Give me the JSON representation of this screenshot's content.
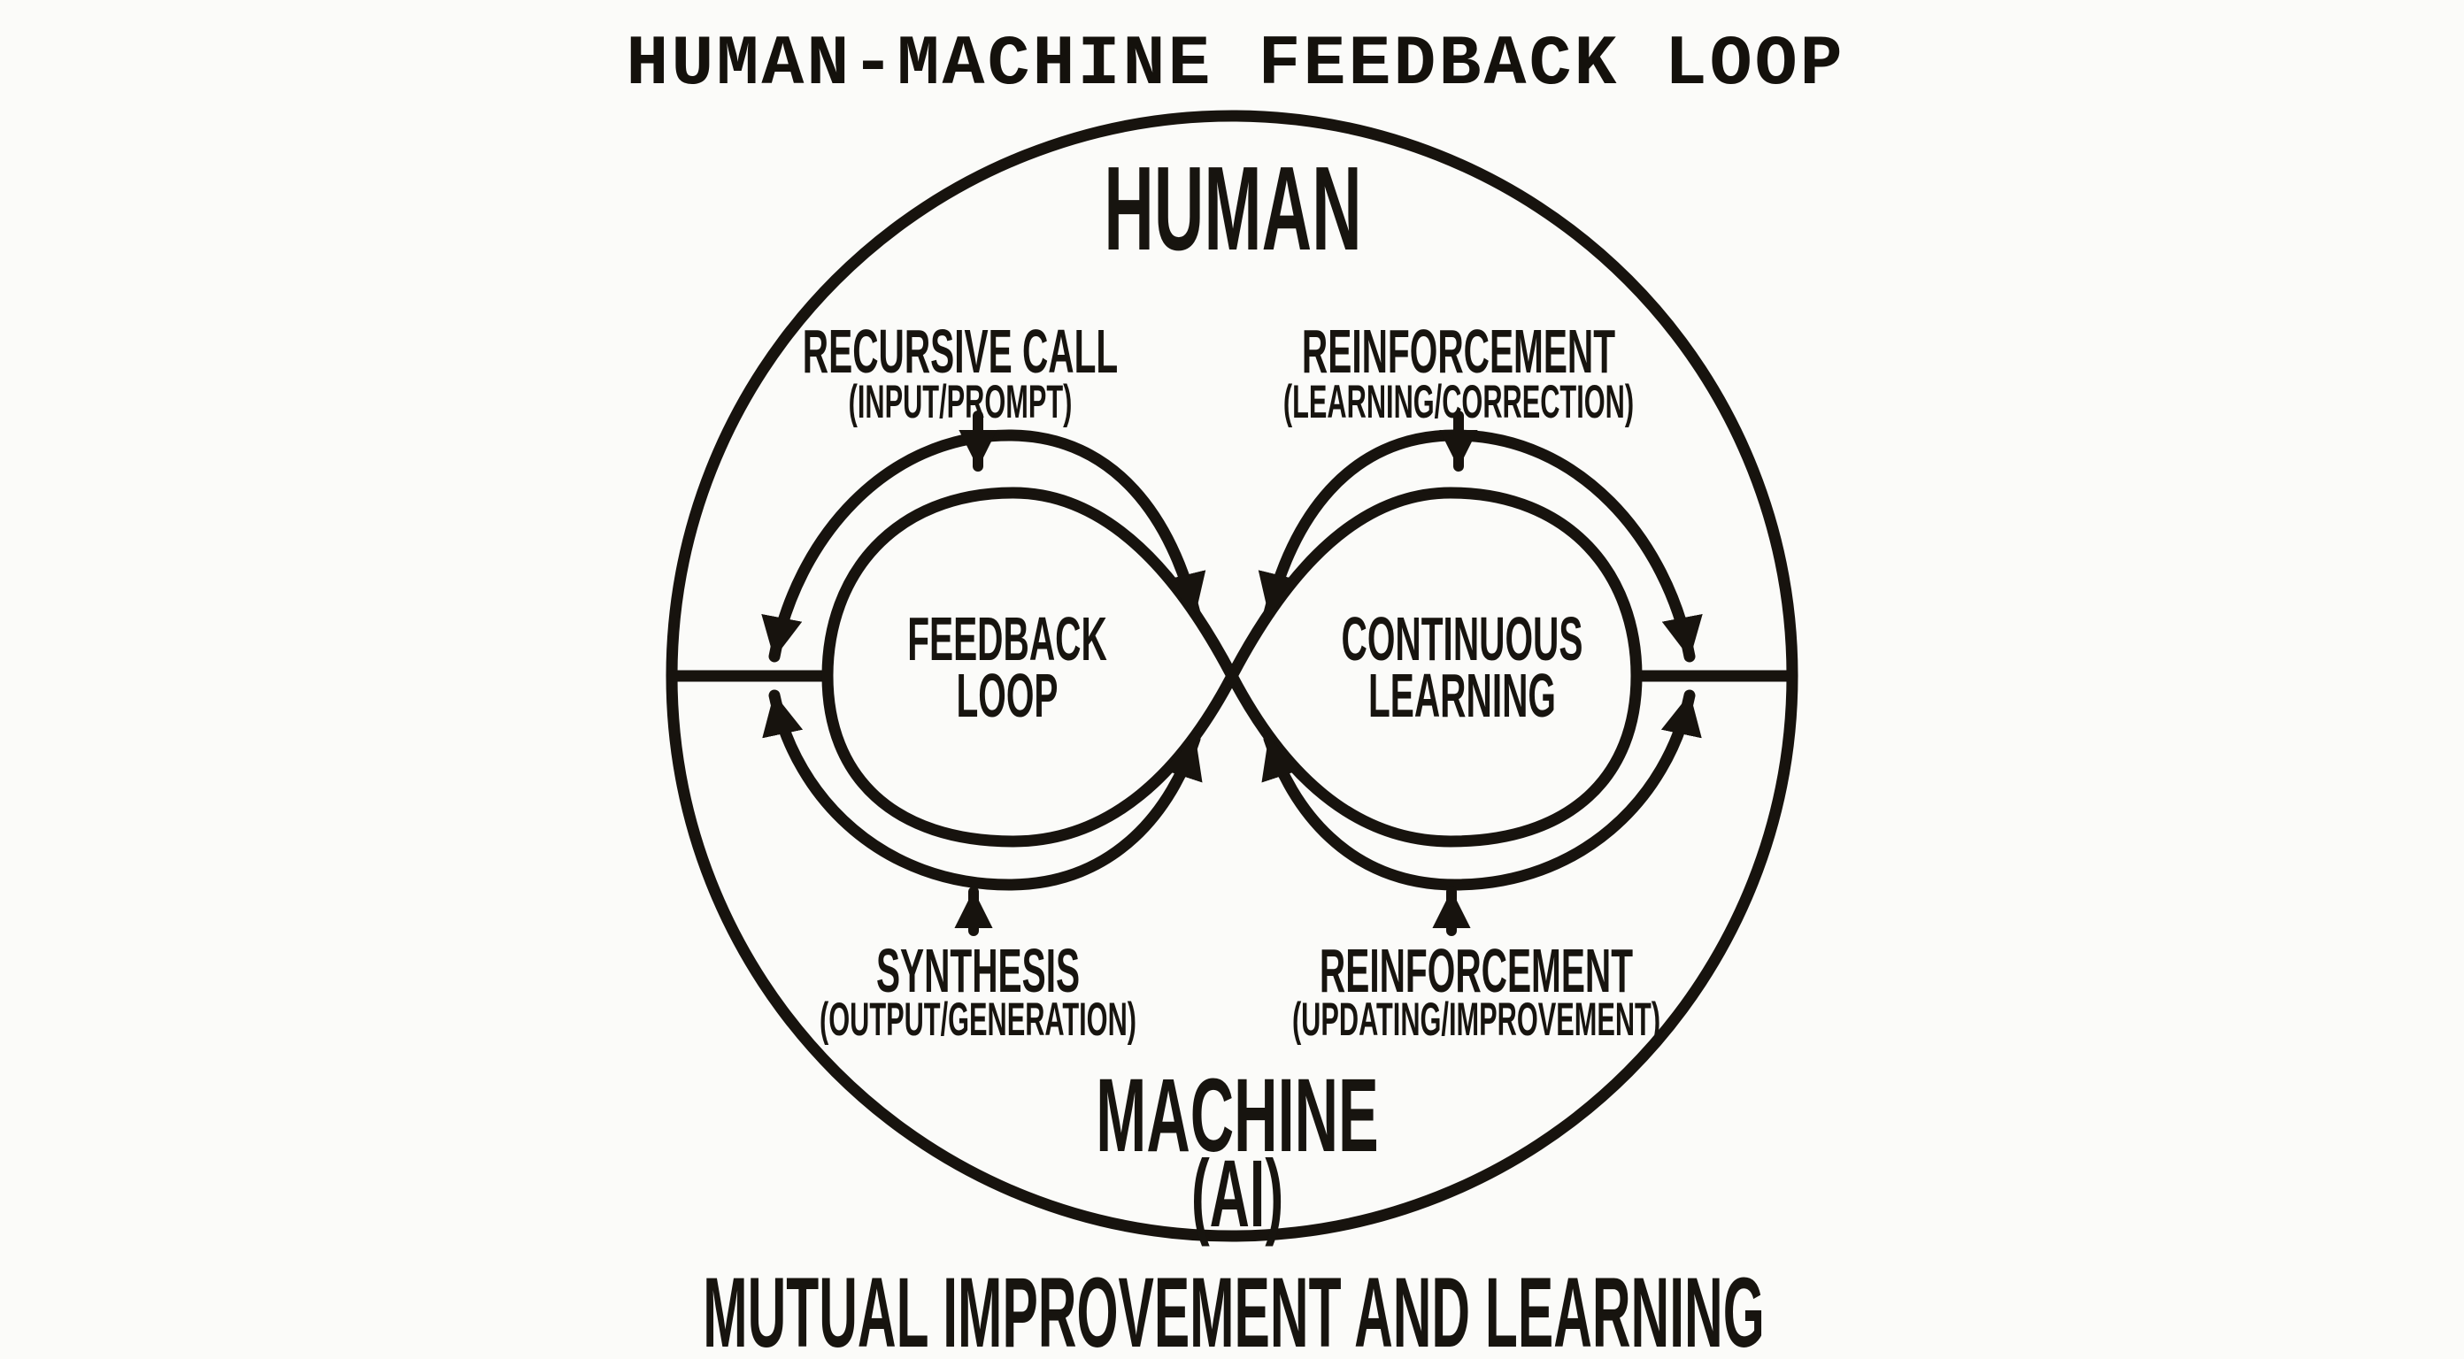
{
  "title": "HUMAN-MACHINE FEEDBACK LOOP",
  "diagram": {
    "top_entity": "HUMAN",
    "bottom_entity": "MACHINE",
    "bottom_entity_sub": "(AI)",
    "left_lobe": {
      "line1": "FEEDBACK",
      "line2": "LOOP"
    },
    "right_lobe": {
      "line1": "CONTINUOUS",
      "line2": "LEARNING"
    },
    "top_left_label": {
      "main": "RECURSIVE CALL",
      "sub": "(INPUT/PROMPT)"
    },
    "top_right_label": {
      "main": "REINFORCEMENT",
      "sub": "(LEARNING/CORRECTION)"
    },
    "bottom_left_label": {
      "main": "SYNTHESIS",
      "sub": "(OUTPUT/GENERATION)"
    },
    "bottom_right_label": {
      "main": "REINFORCEMENT",
      "sub": "(UPDATING/IMPROVEMENT)"
    },
    "caption": "MUTUAL IMPROVEMENT AND LEARNING",
    "icons": [
      "outer-circle",
      "infinity-loop",
      "cycle-arrow-top-left",
      "cycle-arrow-bottom-left",
      "cycle-arrow-top-right",
      "cycle-arrow-bottom-right",
      "down-arrow-icon-left",
      "down-arrow-icon-right",
      "up-arrow-icon-left",
      "up-arrow-icon-right"
    ],
    "colors": {
      "ink": "#17140f",
      "background": "#fbfbf9"
    }
  }
}
